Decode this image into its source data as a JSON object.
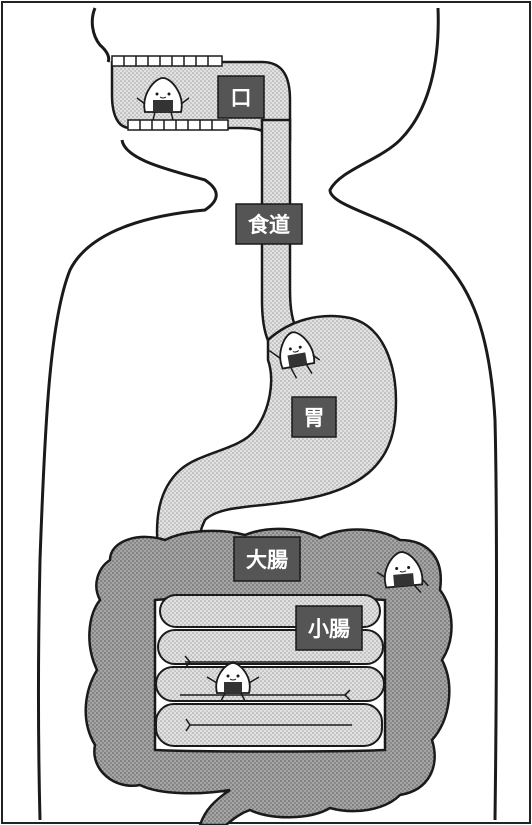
{
  "labels": {
    "mouth": "口",
    "esophagus": "食道",
    "stomach": "胃",
    "large_intestine": "大腸",
    "small_intestine": "小腸"
  },
  "colors": {
    "paper": "#ffffff",
    "outline": "#1a1a1a",
    "organ_fill": "#d2d2d2",
    "colon_fill": "#9b9b9b",
    "label_box": "#555555",
    "label_text": "#ffffff"
  },
  "characters": [
    "rice-ball-character-mouth",
    "rice-ball-character-stomach",
    "rice-ball-character-colon",
    "rice-ball-character-small-intestine"
  ]
}
